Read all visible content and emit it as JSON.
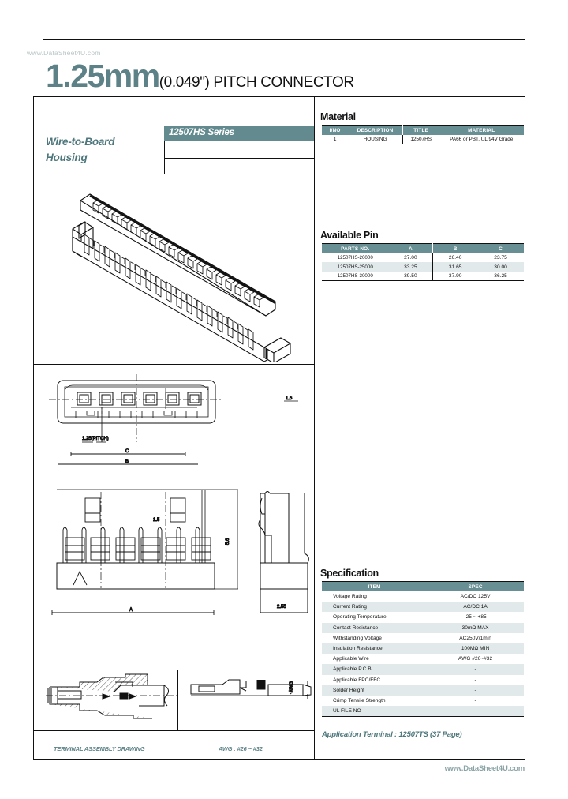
{
  "watermark_top": "www.DataSheet4U.com",
  "footer": "www.DataSheet4U.com",
  "header": {
    "title_big": "1.25mm",
    "title_small": "(0.049\") PITCH CONNECTOR"
  },
  "left_block": {
    "product_line_1": "Wire-to-Board",
    "product_line_2": "Housing",
    "series_label": "12507HS Series"
  },
  "material": {
    "heading": "Material",
    "columns": [
      "I/NO",
      "DESCRIPTION",
      "TITLE",
      "MATERIAL"
    ],
    "rows": [
      [
        "1",
        "HOUSING",
        "12507HS",
        "PA66 or PBT, UL 94V Grade"
      ]
    ]
  },
  "available_pin": {
    "heading": "Available Pin",
    "columns": [
      "PARTS NO.",
      "A",
      "B",
      "C"
    ],
    "rows": [
      [
        "12507HS-20000",
        "27.00",
        "26.40",
        "23.75"
      ],
      [
        "12507HS-25000",
        "33.25",
        "31.65",
        "30.00"
      ],
      [
        "12507HS-30000",
        "39.50",
        "37.90",
        "36.25"
      ]
    ]
  },
  "specification": {
    "heading": "Specification",
    "columns": [
      "ITEM",
      "SPEC"
    ],
    "rows": [
      [
        "Voltage Rating",
        "AC/DC 125V"
      ],
      [
        "Current Rating",
        "AC/DC 1A"
      ],
      [
        "Operating Temperature",
        "-25 ~ +85"
      ],
      [
        "Contact Resistance",
        "30mΩ MAX"
      ],
      [
        "Withstanding Voltage",
        "AC250V/1min"
      ],
      [
        "Insulation Resistance",
        "100MΩ MIN"
      ],
      [
        "Applicable Wire",
        "AWG #26~#32"
      ],
      [
        "Applicable P.C.B",
        "-"
      ],
      [
        "Applicable FPC/FFC",
        "-"
      ],
      [
        "Solder Height",
        "-"
      ],
      [
        "Crimp Tensile Strength",
        "-"
      ],
      [
        "UL FILE NO",
        "-"
      ]
    ],
    "application_terminal": "Application Terminal : 12507TS (37 Page)"
  },
  "captions": {
    "terminal_assembly": "TERMINAL ASSEMBLY DRAWING",
    "awg": "AWG : #26 ~ #32"
  },
  "drawings": {
    "pitch_label": "1.25(PITCH)",
    "dim_c": "C",
    "dim_b": "B",
    "dim_a": "A",
    "dim_side": "2.55",
    "dim_height": "5.6",
    "dim_small": "1.5"
  },
  "colors": {
    "teal": "#5c8186",
    "table_header": "#688f94",
    "alt_row": "#e2e9ea"
  }
}
